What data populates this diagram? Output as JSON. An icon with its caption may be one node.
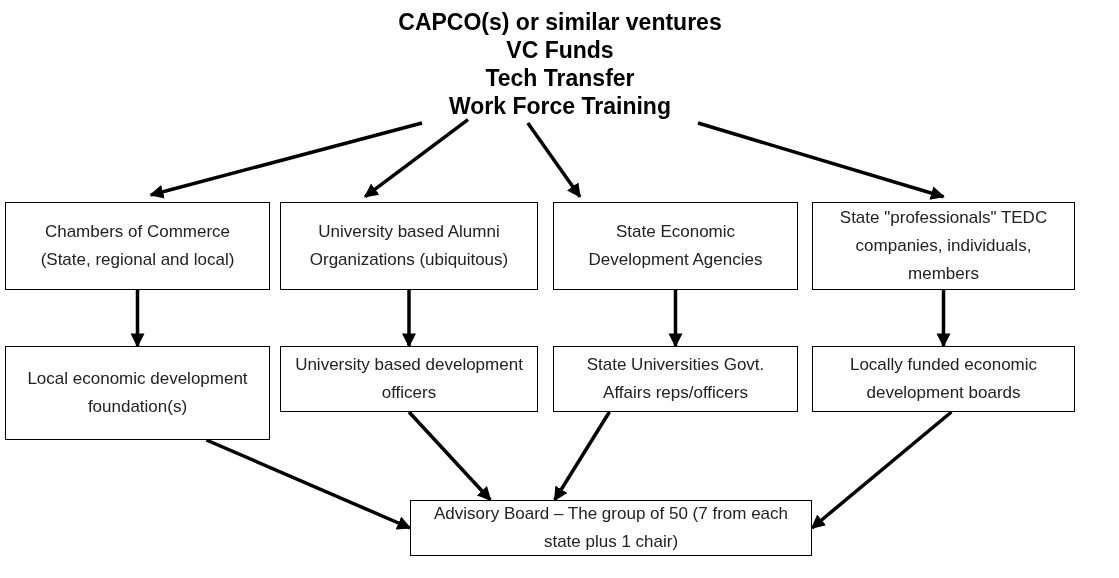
{
  "diagram": {
    "nodes": [
      {
        "text": [
          "CAPCO(s) or similar ventures",
          "VC Funds",
          "Tech Transfer",
          "Work Force Training"
        ]
      },
      {
        "text": [
          "Chambers of Commerce (State, regional and local)"
        ]
      },
      {
        "text": [
          "University based Alumni Organizations (ubiquitous)"
        ]
      },
      {
        "text": [
          "State Economic Development Agencies"
        ]
      },
      {
        "text": [
          "State \"professionals\" TEDC companies, individuals, members"
        ]
      },
      {
        "text": [
          "Local economic development foundation(s)"
        ]
      },
      {
        "text": [
          "University based development officers"
        ]
      },
      {
        "text": [
          "State Universities Govt. Affairs reps/officers"
        ]
      },
      {
        "text": [
          "Locally funded economic development boards"
        ]
      },
      {
        "text": [
          "Advisory Board – The group of 50 (7 from each state plus 1 chair)"
        ]
      }
    ],
    "edges": [
      {
        "from": 0,
        "to": 1,
        "arrow": "to"
      },
      {
        "from": 0,
        "to": 2,
        "arrow": "to"
      },
      {
        "from": 0,
        "to": 3,
        "arrow": "to"
      },
      {
        "from": 0,
        "to": 4,
        "arrow": "to"
      },
      {
        "from": 1,
        "to": 5,
        "arrow": "to"
      },
      {
        "from": 2,
        "to": 6,
        "arrow": "to"
      },
      {
        "from": 3,
        "to": 7,
        "arrow": "to"
      },
      {
        "from": 4,
        "to": 8,
        "arrow": "to"
      },
      {
        "from": 5,
        "to": 9,
        "arrow": "to"
      },
      {
        "from": 6,
        "to": 9,
        "arrow": "to"
      },
      {
        "from": 7,
        "to": 9,
        "arrow": "to"
      },
      {
        "from": 8,
        "to": 9,
        "arrow": "to"
      }
    ]
  }
}
